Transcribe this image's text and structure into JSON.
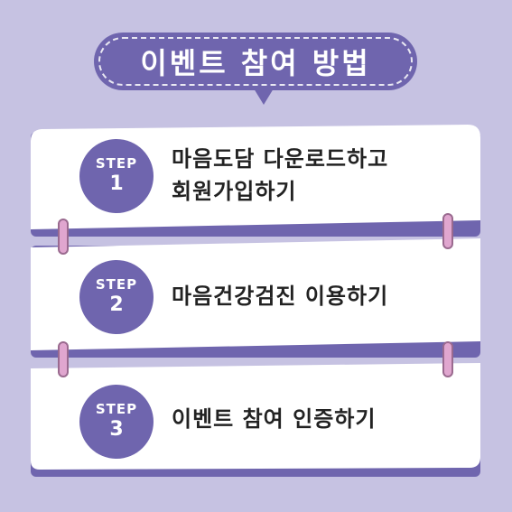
{
  "title": "이벤트 참여 방법",
  "steps": [
    {
      "label": "STEP",
      "number": "1",
      "text_lines": [
        "마음도담 다운로드하고",
        "회원가입하기"
      ]
    },
    {
      "label": "STEP",
      "number": "2",
      "text_lines": [
        "마음건강검진 이용하기"
      ]
    },
    {
      "label": "STEP",
      "number": "3",
      "text_lines": [
        "이벤트 참여 인증하기"
      ]
    }
  ],
  "colors": {
    "background": "#c6c2e2",
    "accent": "#6f65ae",
    "ring": "#e0a6cf",
    "card": "#ffffff"
  }
}
